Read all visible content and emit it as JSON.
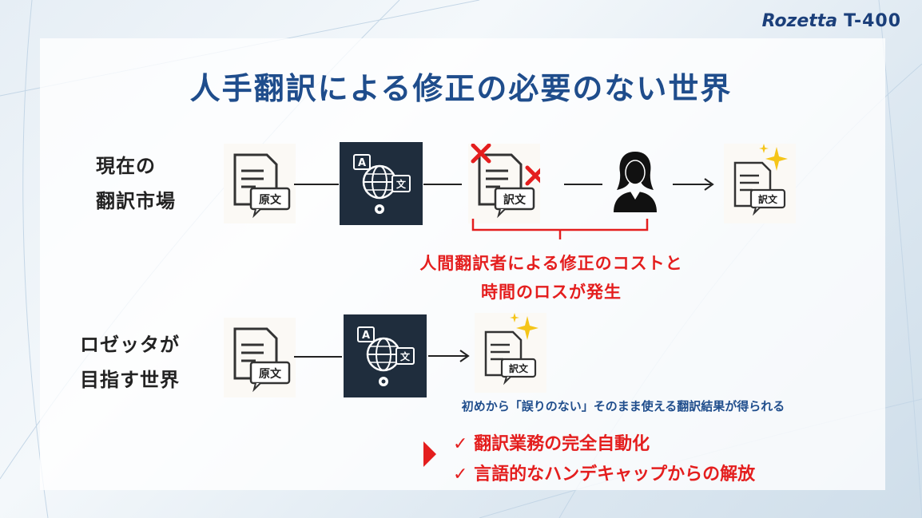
{
  "brand": {
    "name": "Rozetta",
    "model": "T-400"
  },
  "title": "人手翻訳による修正の必要のない世界",
  "current_market": {
    "label_line1": "現在の",
    "label_line2": "翻訳市場",
    "source_doc_label": "原文",
    "translated_doc_label": "訳文",
    "final_doc_label": "訳文",
    "machine_icon": "translation-engine-icon",
    "human_icon": "human-translator-icon",
    "issue_line1": "人間翻訳者による修正のコストと",
    "issue_line2": "時間のロスが発生"
  },
  "rozetta_world": {
    "label_line1": "ロゼッタが",
    "label_line2": "目指す世界",
    "source_doc_label": "原文",
    "result_doc_label": "訳文",
    "machine_icon": "translation-engine-icon",
    "note": "初めから「誤りのない」そのまま使える翻訳結果が得られる",
    "benefits": [
      "✓ 翻訳業務の完全自動化",
      "✓ 言語的なハンデキャップからの解放"
    ]
  },
  "colors": {
    "title_blue": "#1f4d8c",
    "alert_red": "#e41e1e",
    "machine_bg": "#1f2d3d",
    "sparkle": "#f5c518"
  }
}
